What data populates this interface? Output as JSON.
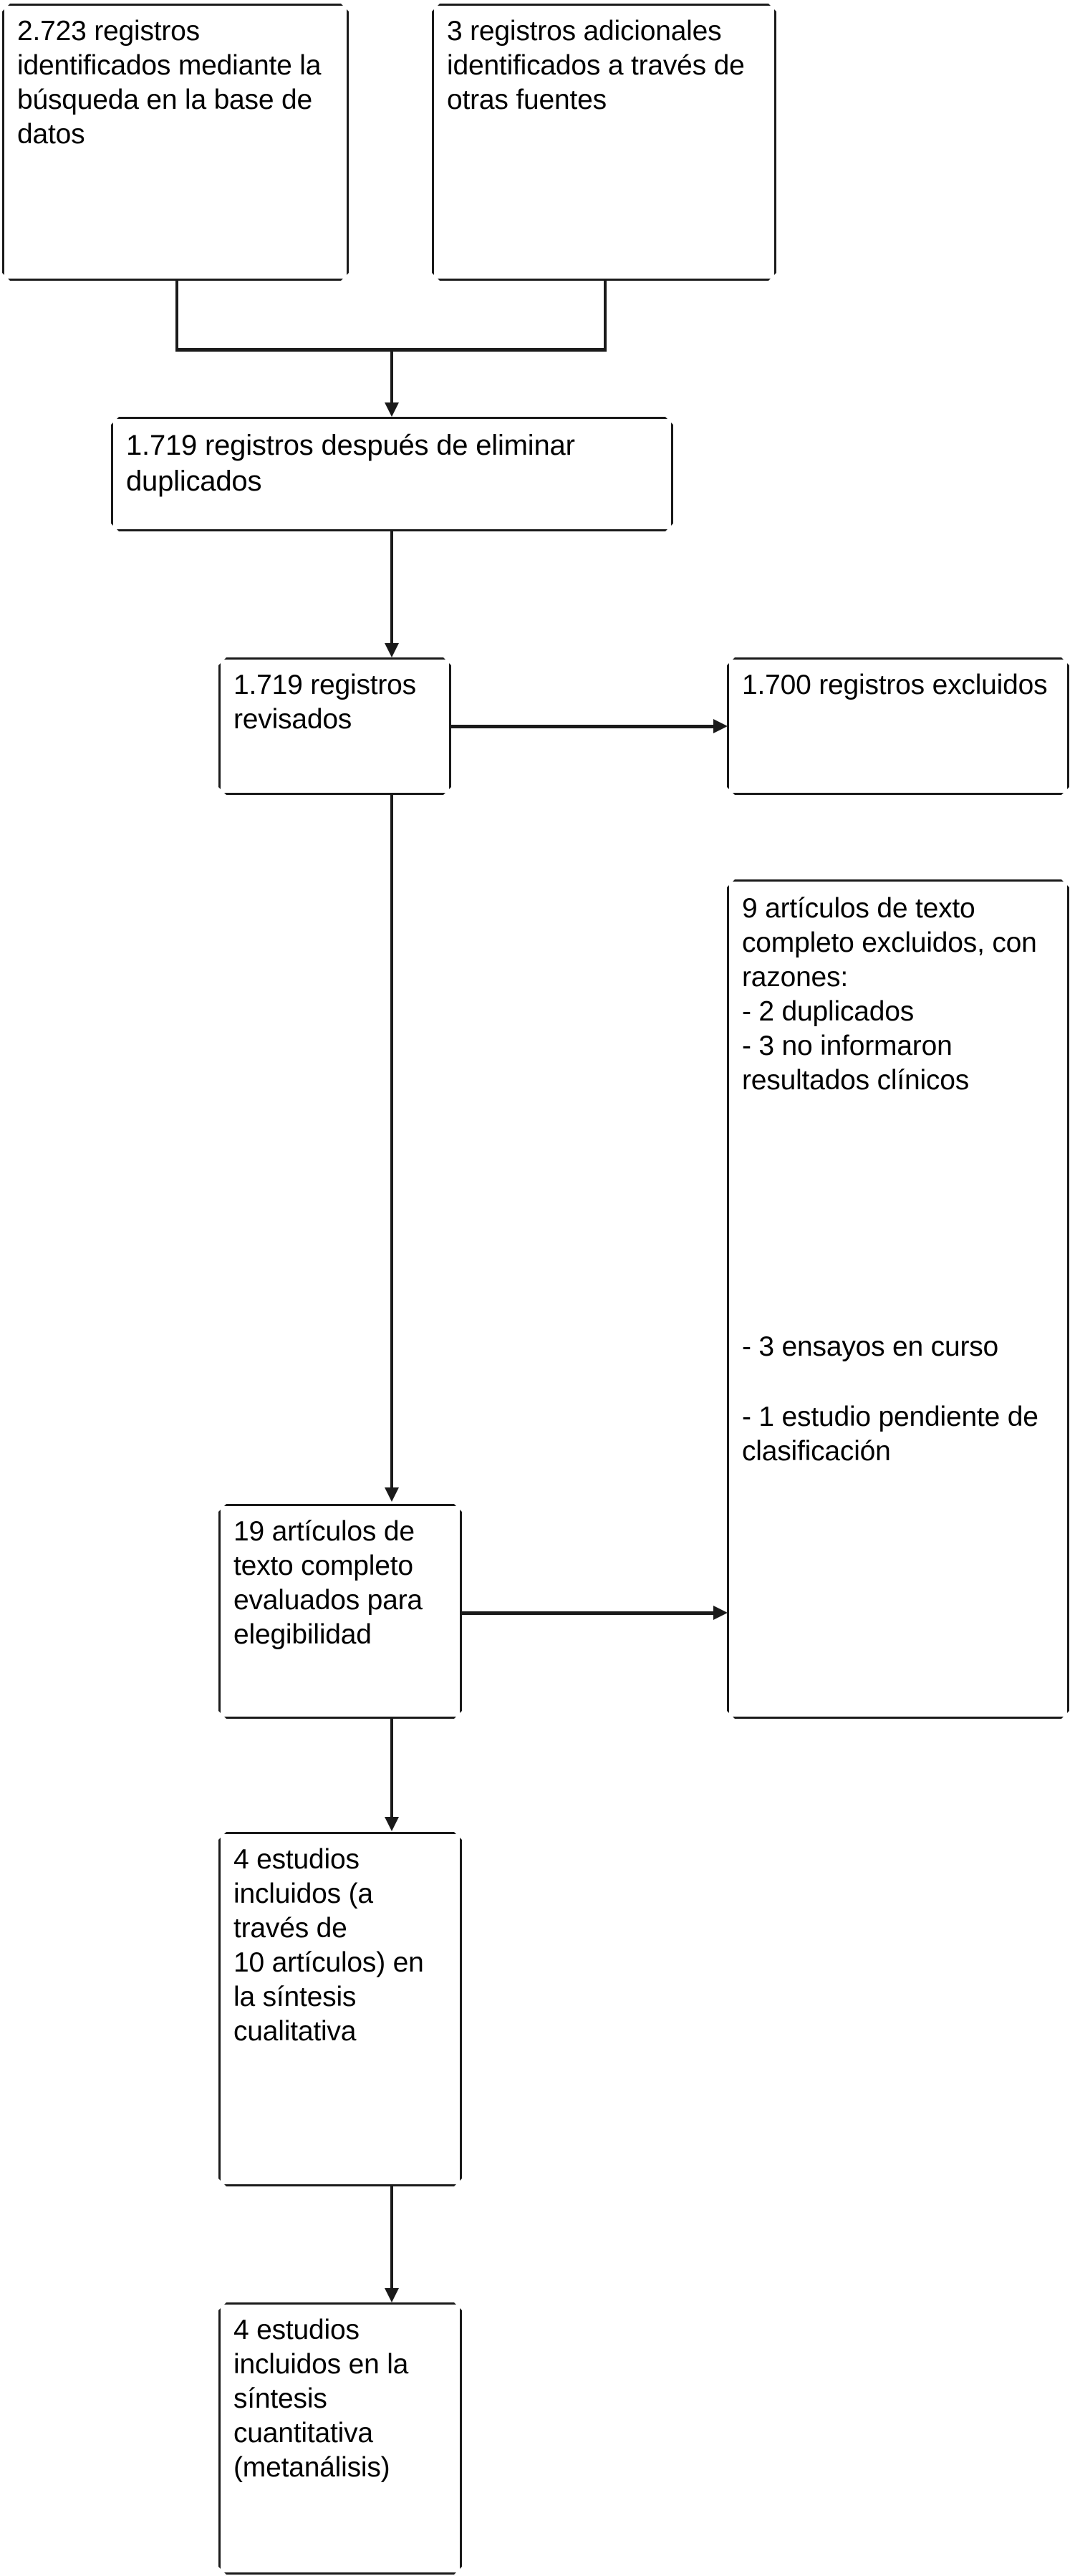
{
  "diagram": {
    "type": "prisma-flow-diagram",
    "language": "es",
    "line_color": "#1a1a1a",
    "box_fill": "#ffffff",
    "nodes": {
      "identification_database": {
        "id": "n1",
        "count": 2723,
        "text": "2.723 registros identificados mediante la búsqueda en la base de datos"
      },
      "identification_other": {
        "id": "n2",
        "count": 3,
        "text": "3 registros adicionales identificados a través de otras fuentes"
      },
      "after_duplicates": {
        "id": "n3",
        "count": 1719,
        "text": "1.719 registros después de eliminar duplicados"
      },
      "screened": {
        "id": "n4",
        "count": 1719,
        "text": "1.719 registros revisados"
      },
      "excluded_records": {
        "id": "n5",
        "count": 1700,
        "text": "1.700 registros excluidos"
      },
      "fulltext_excluded": {
        "id": "n6",
        "count": 9,
        "text_part1": "9 artículos de texto completo excluidos, con razones:\n- 2 duplicados\n- 3 no informaron resultados clínicos",
        "text_part2": "- 3 ensayos en curso",
        "text_part3": "- 1 estudio pendiente de clasificación",
        "reasons": [
          {
            "count": 2,
            "label": "- 2 duplicados"
          },
          {
            "count": 3,
            "label": "- 3 no informaron resultados clínicos"
          },
          {
            "count": 3,
            "label": "- 3 ensayos en curso"
          },
          {
            "count": 1,
            "label": "- 1 estudio pendiente de clasificación"
          }
        ]
      },
      "fulltext_assessed": {
        "id": "n7",
        "count": 19,
        "text": "19 artículos de texto completo evaluados para elegibilidad"
      },
      "qualitative_synthesis": {
        "id": "n8",
        "studies": 4,
        "articles": 10,
        "text": "4 estudios incluidos (a través de\n10 artículos) en la síntesis cualitativa"
      },
      "quantitative_synthesis": {
        "id": "n9",
        "studies": 4,
        "text": "4 estudios incluidos en la síntesis cuantitativa (metanálisis)"
      }
    }
  }
}
